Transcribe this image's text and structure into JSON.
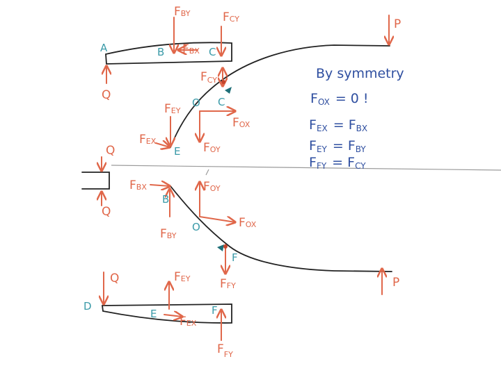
{
  "colors": {
    "force_red": "#e0674a",
    "point_teal": "#3a9aa8",
    "note_blue": "#2f4fa0",
    "member_black": "#222222",
    "axis_gray": "#9a9a9a"
  },
  "points": {
    "A": "A",
    "B_top": "B",
    "C_top": "C",
    "O_top": "O",
    "C_curve": "C",
    "E_top": "E",
    "B_bot": "B",
    "O_bot": "O",
    "F_curve": "F",
    "D": "D",
    "E_bot": "E",
    "F_bot": "F"
  },
  "forces": {
    "FBy_top": {
      "main": "F",
      "sub": "BY"
    },
    "FCy_top": {
      "main": "F",
      "sub": "CY"
    },
    "FBx_top": {
      "main": "F",
      "sub": "BX"
    },
    "FCy_mid": {
      "main": "F",
      "sub": "CY"
    },
    "FEy_top": {
      "main": "F",
      "sub": "EY"
    },
    "FEx_top": {
      "main": "F",
      "sub": "EX"
    },
    "FOx_top": {
      "main": "F",
      "sub": "OX"
    },
    "FOy_top": {
      "main": "F",
      "sub": "OY"
    },
    "FBx_bot": {
      "main": "F",
      "sub": "BX"
    },
    "FOy_bot": {
      "main": "F",
      "sub": "OY"
    },
    "FBy_bot": {
      "main": "F",
      "sub": "BY"
    },
    "FOx_bot": {
      "main": "F",
      "sub": "OX"
    },
    "FFy_mid": {
      "main": "F",
      "sub": "FY"
    },
    "FEy_bot": {
      "main": "F",
      "sub": "EY"
    },
    "FEx_bot": {
      "main": "F",
      "sub": "EX"
    },
    "FFy_bot": {
      "main": "F",
      "sub": "FY"
    },
    "Q_top": "Q",
    "Q_mid_top": "Q",
    "Q_mid_bot": "Q",
    "Q_bot": "Q",
    "P_top": "P",
    "P_bot": "P"
  },
  "notes": {
    "heading": "By symmetry",
    "eq1": {
      "lhs_main": "F",
      "lhs_sub": "OX",
      "rhs": "= 0 !"
    },
    "eq2": {
      "lhs_main": "F",
      "lhs_sub": "EX",
      "rhs_main": "= F",
      "rhs_sub": "BX"
    },
    "eq3": {
      "lhs_main": "F",
      "lhs_sub": "EY",
      "rhs_main": "= F",
      "rhs_sub": "BY"
    },
    "eq4": {
      "lhs_main": "F",
      "lhs_sub": "FY",
      "rhs_main": "= F",
      "rhs_sub": "CY"
    }
  }
}
